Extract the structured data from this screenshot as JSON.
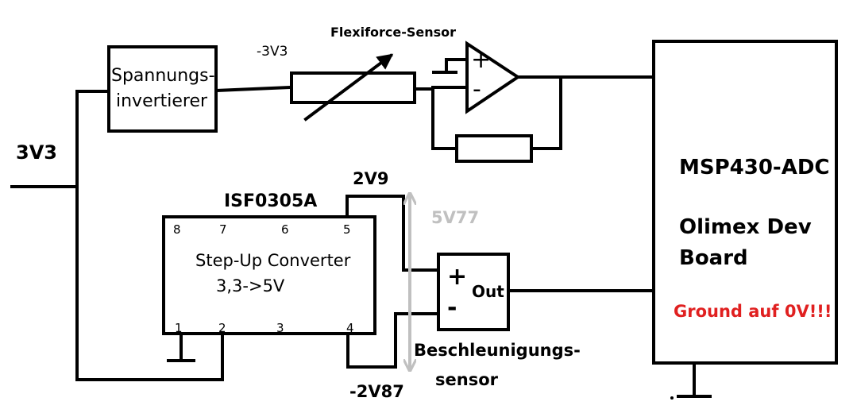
{
  "labels": {
    "input_voltage": "3V3",
    "inverter_line1": "Spannungs-",
    "inverter_line2": "invertierer",
    "neg_rail": "-3V3",
    "flexiforce": "Flexiforce-Sensor",
    "opamp_plus": "+",
    "opamp_minus": "-",
    "msp_title": "MSP430-ADC",
    "olimex_line1": "Olimex Dev",
    "olimex_line2": "Board",
    "ground_note": "Ground auf 0V!!!",
    "converter_part": "ISF0305A",
    "converter_name": "Step-Up Converter",
    "converter_ratio": "3,3->5V",
    "pin_8": "8",
    "pin_7": "7",
    "pin_6": "6",
    "pin_5": "5",
    "pin_1": "1",
    "pin_2": "2",
    "pin_3": "3",
    "pin_4": "4",
    "v_plus": "2V9",
    "v_span": "5V77",
    "v_minus": "-2V87",
    "accel_plus": "+",
    "accel_minus": "-",
    "accel_out": "Out",
    "accel_line1": "Beschleunigungs-",
    "accel_line2": "sensor"
  },
  "colors": {
    "ink": "#000000",
    "warning": "#e02020",
    "span_arrow": "#c0c0c0"
  }
}
